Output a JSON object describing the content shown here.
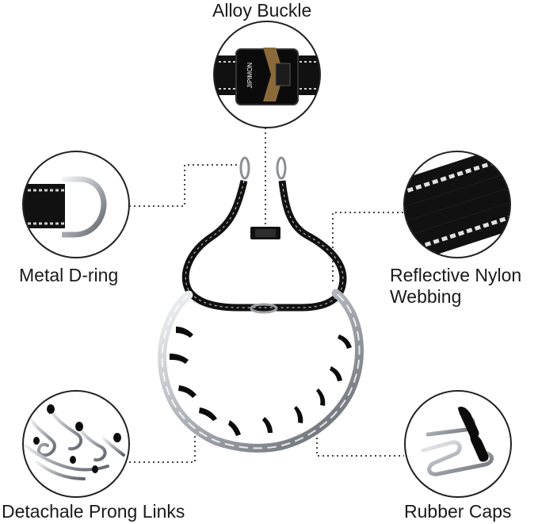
{
  "labels": {
    "buckle": "Alloy Buckle",
    "dring": "Metal D-ring",
    "webbing_line1": "Reflective Nylon",
    "webbing_line2": "Webbing",
    "prong": "Detachale Prong Links",
    "caps": "Rubber Caps"
  },
  "buckle_brand": "JIPIMON",
  "colors": {
    "webbing": "#111111",
    "reflective": "#d8d8d8",
    "chrome": "#b8bcc2",
    "chrome_dark": "#6e737a",
    "rubber": "#0c0c0c",
    "circle_border": "#222222",
    "leader_line": "#444444"
  }
}
